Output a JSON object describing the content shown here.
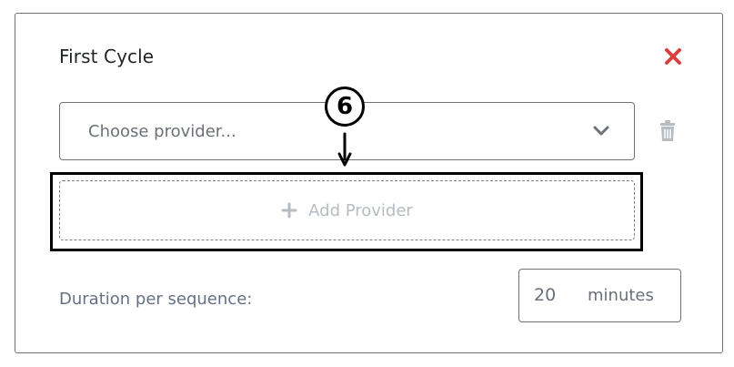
{
  "card": {
    "title": "First Cycle"
  },
  "provider_select": {
    "placeholder": "Choose provider..."
  },
  "add_provider": {
    "label": "Add Provider"
  },
  "duration": {
    "label": "Duration per sequence:",
    "value": "20",
    "unit": "minutes"
  },
  "annotation": {
    "step_marker": "6"
  },
  "colors": {
    "close_icon": "#d94040",
    "muted_text": "#6c7178",
    "disabled_text": "#b7bcc3"
  }
}
